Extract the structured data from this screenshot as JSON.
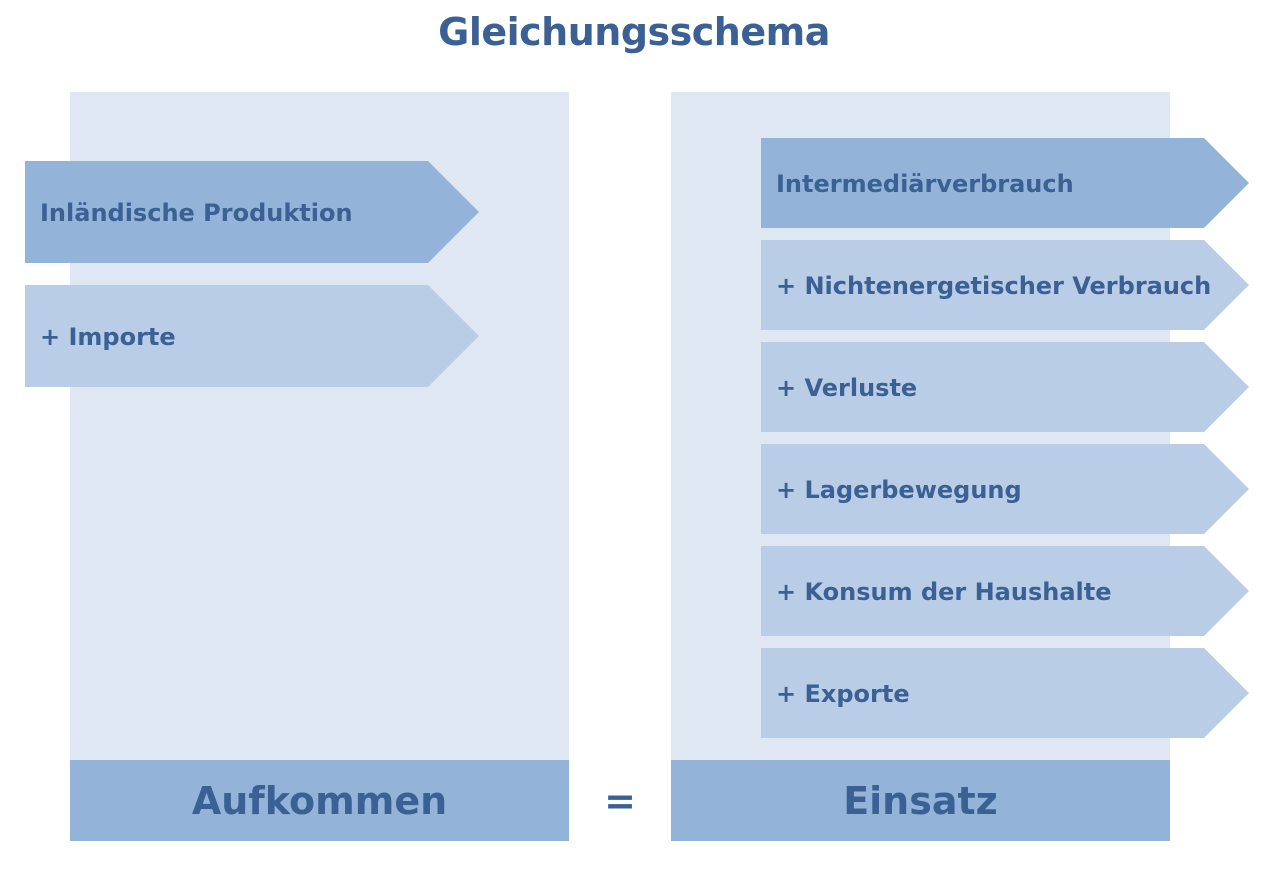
{
  "title": "Gleichungsschema",
  "aufkommen": {
    "label": "Aufkommen",
    "items": [
      "Inländische Produktion",
      "+ Importe"
    ]
  },
  "equals": "=",
  "einsatz": {
    "label": "Einsatz",
    "items": [
      "Intermediärverbrauch",
      "+ Nichtenergetischer Verbrauch",
      "+ Verluste",
      "+ Lagerbewegung",
      "+ Konsum der Haushalte",
      "+ Exporte"
    ]
  },
  "colors": {
    "title_text": "#3b6094",
    "panel_bg": "#dfe7f3",
    "arrow_dark": "#94b3d8",
    "arrow_light": "#b9cde6"
  }
}
